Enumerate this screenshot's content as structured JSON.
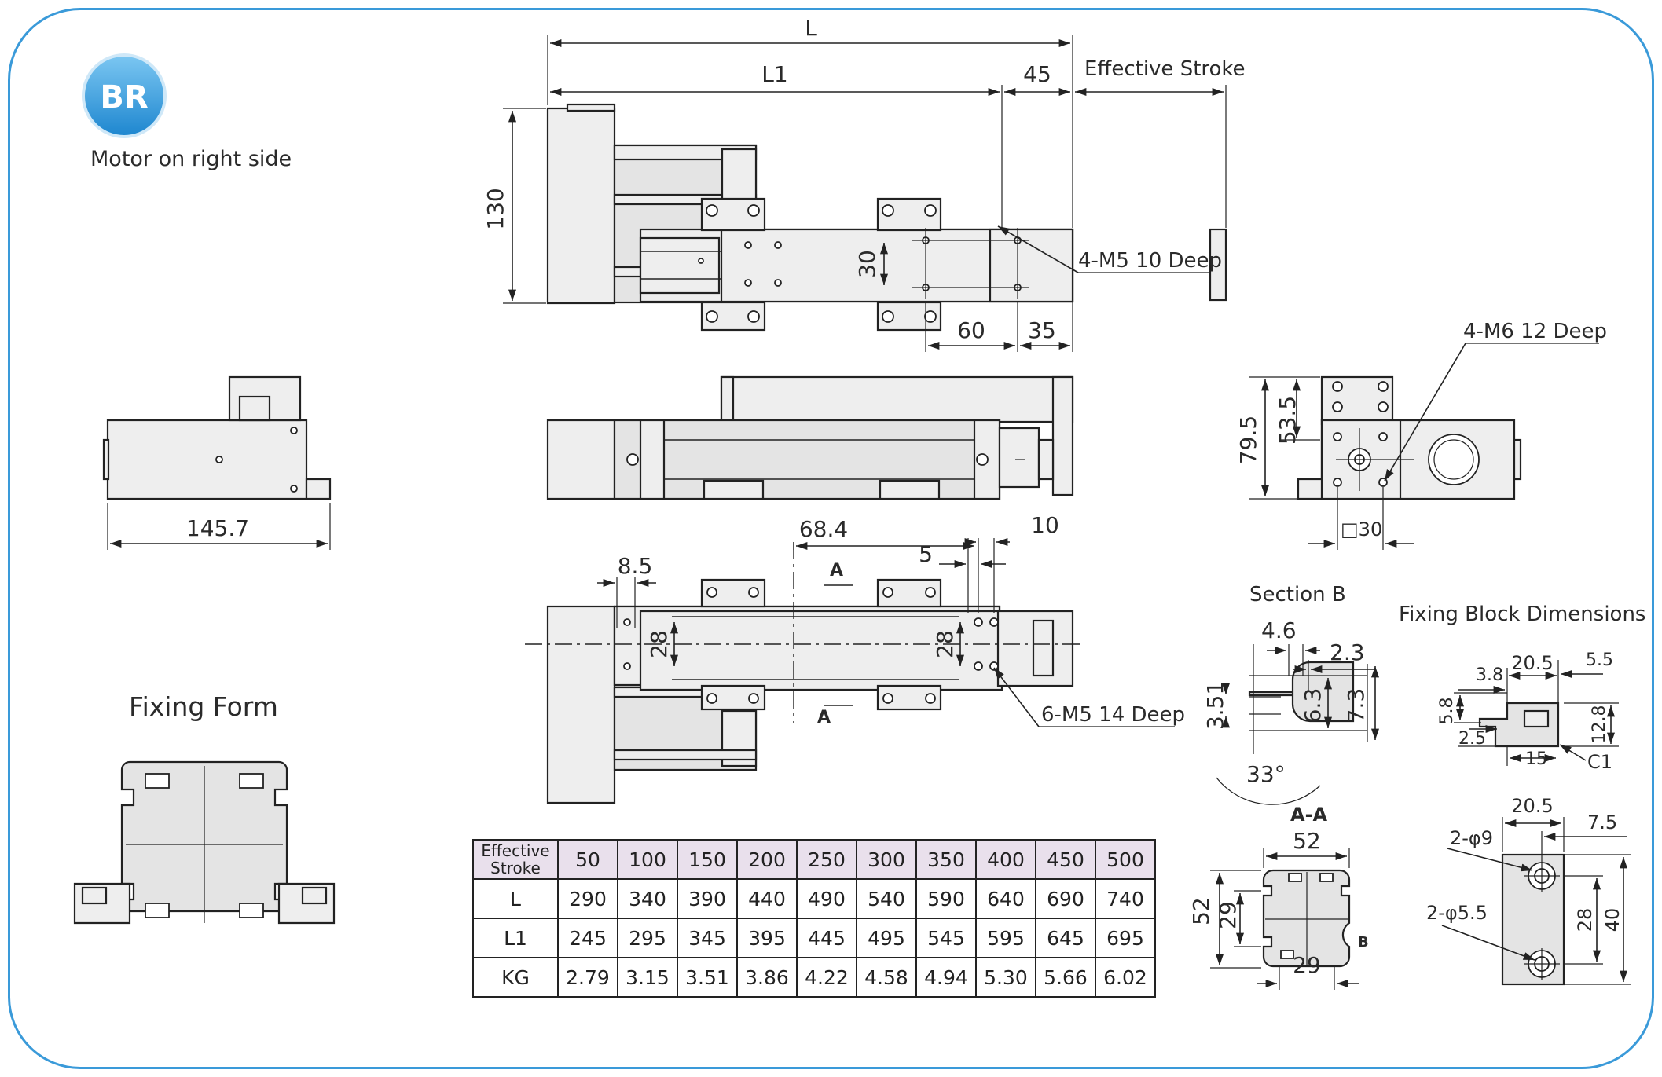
{
  "badge": {
    "text": "BR",
    "caption": "Motor on right side",
    "color": "#2f9ad8"
  },
  "titles": {
    "fixing_form": "Fixing Form",
    "section_b": "Section B",
    "fixing_block": "Fixing Block Dimensions",
    "aa": "A-A"
  },
  "dims": {
    "L": "L",
    "L1": "L1",
    "d45": "45",
    "effective_stroke": "Effective Stroke",
    "d130": "130",
    "d30": "30",
    "m5_10": "4-M5  10 Deep",
    "d60": "60",
    "d35": "35",
    "d145_7": "145.7",
    "d68_4": "68.4",
    "d8_5": "8.5",
    "d5": "5",
    "d10": "10",
    "d28a": "28",
    "d28b": "28",
    "m5_14": "6-M5  14 Deep",
    "sec_a": "A",
    "m6_12": "4-M6  12 Deep",
    "d79_5": "79.5",
    "d53_5": "53.5",
    "sq30": "□30",
    "sb_4_6": "4.6",
    "sb_2_3": "2.3",
    "sb_3_51": "3.51",
    "sb_6_3": "6.3",
    "sb_7_3": "7.3",
    "sb_33": "33°",
    "fb_3_8": "3.8",
    "fb_20_5": "20.5",
    "fb_5_5": "5.5",
    "fb_5_8": "5.8",
    "fb_2_5": "2.5",
    "fb_12_8": "12.8",
    "fb_15": "15",
    "fb_c1": "C1",
    "fb2_20_5": "20.5",
    "fb2_7_5": "7.5",
    "fb2_phi9": "2-φ9",
    "fb2_phi5_5": "2-φ5.5",
    "fb2_28": "28",
    "fb2_40": "40",
    "aa_52w": "52",
    "aa_52h": "52",
    "aa_29h": "29",
    "aa_29w": "29",
    "aa_b": "B"
  },
  "table": {
    "corner": [
      "Effective",
      "Stroke"
    ],
    "strokes": [
      "50",
      "100",
      "150",
      "200",
      "250",
      "300",
      "350",
      "400",
      "450",
      "500"
    ],
    "rows": [
      {
        "label": "L",
        "values": [
          "290",
          "340",
          "390",
          "440",
          "490",
          "540",
          "590",
          "640",
          "690",
          "740"
        ]
      },
      {
        "label": "L1",
        "values": [
          "245",
          "295",
          "345",
          "395",
          "445",
          "495",
          "545",
          "595",
          "645",
          "695"
        ]
      },
      {
        "label": "KG",
        "values": [
          "2.79",
          "3.15",
          "3.51",
          "3.86",
          "4.22",
          "4.58",
          "4.94",
          "5.30",
          "5.66",
          "6.02"
        ]
      }
    ]
  }
}
